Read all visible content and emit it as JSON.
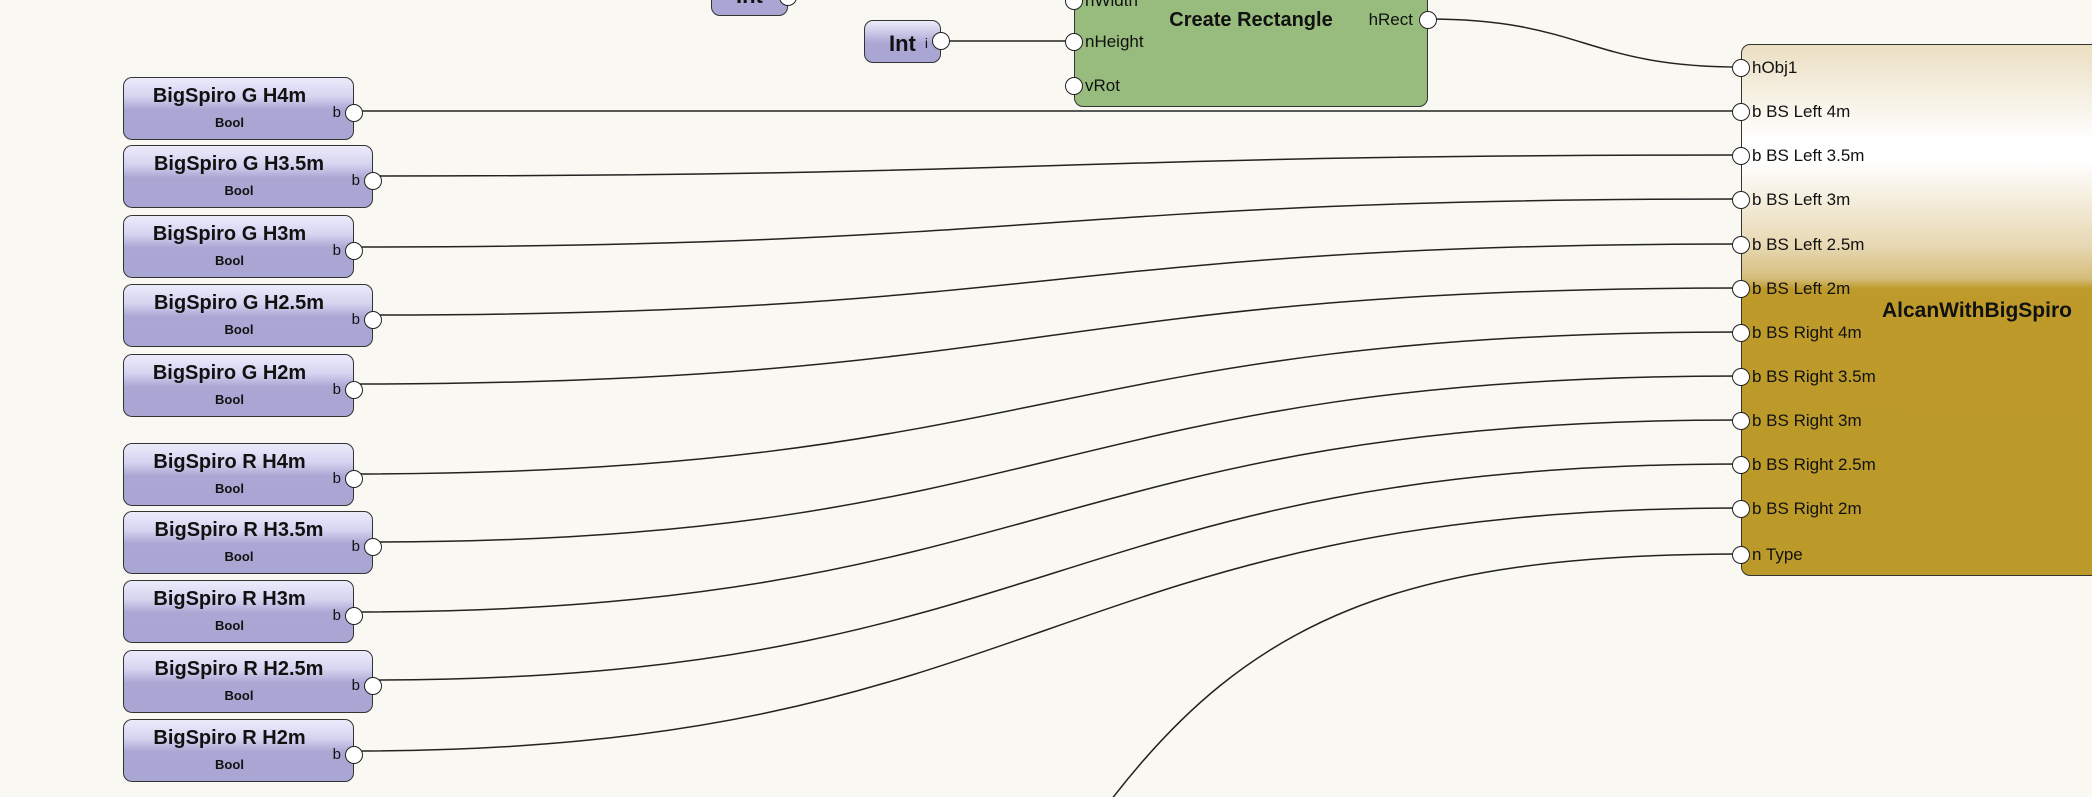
{
  "bool_nodes": [
    {
      "title": "BigSpiro G H4m",
      "type": "Bool",
      "port": "b"
    },
    {
      "title": "BigSpiro G H3.5m",
      "type": "Bool",
      "port": "b"
    },
    {
      "title": "BigSpiro G H3m",
      "type": "Bool",
      "port": "b"
    },
    {
      "title": "BigSpiro G H2.5m",
      "type": "Bool",
      "port": "b"
    },
    {
      "title": "BigSpiro G H2m",
      "type": "Bool",
      "port": "b"
    },
    {
      "title": "BigSpiro R H4m",
      "type": "Bool",
      "port": "b"
    },
    {
      "title": "BigSpiro R H3.5m",
      "type": "Bool",
      "port": "b"
    },
    {
      "title": "BigSpiro R H3m",
      "type": "Bool",
      "port": "b"
    },
    {
      "title": "BigSpiro R H2.5m",
      "type": "Bool",
      "port": "b"
    },
    {
      "title": "BigSpiro R H2m",
      "type": "Bool",
      "port": "b"
    }
  ],
  "int_node": {
    "title": "Int",
    "port": "i"
  },
  "int_node_top": {
    "title": "Int",
    "port": "i"
  },
  "create_rectangle": {
    "title": "Create Rectangle",
    "inputs": [
      "nWidth",
      "nHeight",
      "vRot"
    ],
    "output": "hRect"
  },
  "alcan": {
    "title": "AlcanWithBigSpiro",
    "inputs": [
      "hObj1",
      "b BS Left 4m",
      "b BS Left 3.5m",
      "b BS Left 3m",
      "b BS Left 2.5m",
      "b BS Left 2m",
      "b BS Right 4m",
      "b BS Right 3.5m",
      "b BS Right 3m",
      "b BS Right 2.5m",
      "b BS Right 2m",
      "n Type"
    ]
  },
  "colors": {
    "canvas": "#f9f8f3",
    "bool": "#a9a6d3",
    "rectangle": "#97bc7e",
    "alcan": "#bc9a2a",
    "wire": "#222222"
  }
}
